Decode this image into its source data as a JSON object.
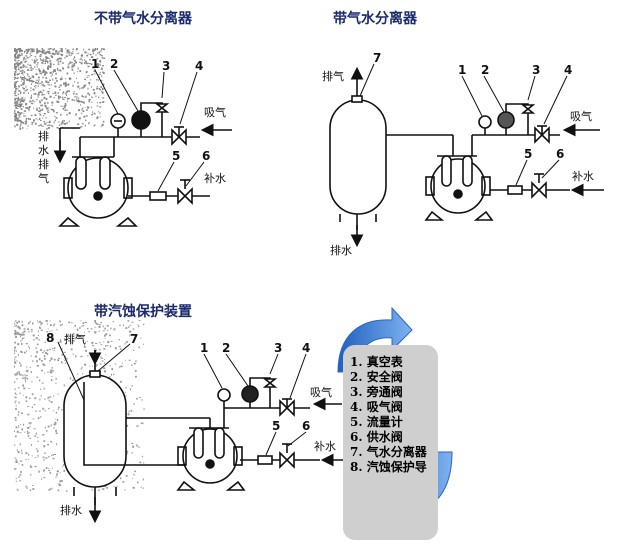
{
  "titles": {
    "no_separator": "不带气水分离器",
    "with_separator": "带气水分离器",
    "cavitation": "带汽蚀保护装置"
  },
  "labels": {
    "exhaust_gas": "排气",
    "drain": "排水",
    "suction": "吸气",
    "makeup": "补水",
    "drain_exhaust_vertical": [
      "排",
      "水",
      "排",
      "气"
    ]
  },
  "numbers": [
    "1",
    "2",
    "3",
    "4",
    "5",
    "6",
    "7",
    "8"
  ],
  "legend": {
    "items": [
      "1. 真空表",
      "2. 安全阀",
      "3. 旁通阀",
      "4. 吸气阀",
      "5. 流量计",
      "6. 供水阀",
      "7. 气水分离器",
      "8. 汽蚀保护导"
    ]
  },
  "colors": {
    "arrow": "#3d7fd9",
    "legend_bg": "#cfcfcf",
    "title": "#1a2a6c"
  }
}
